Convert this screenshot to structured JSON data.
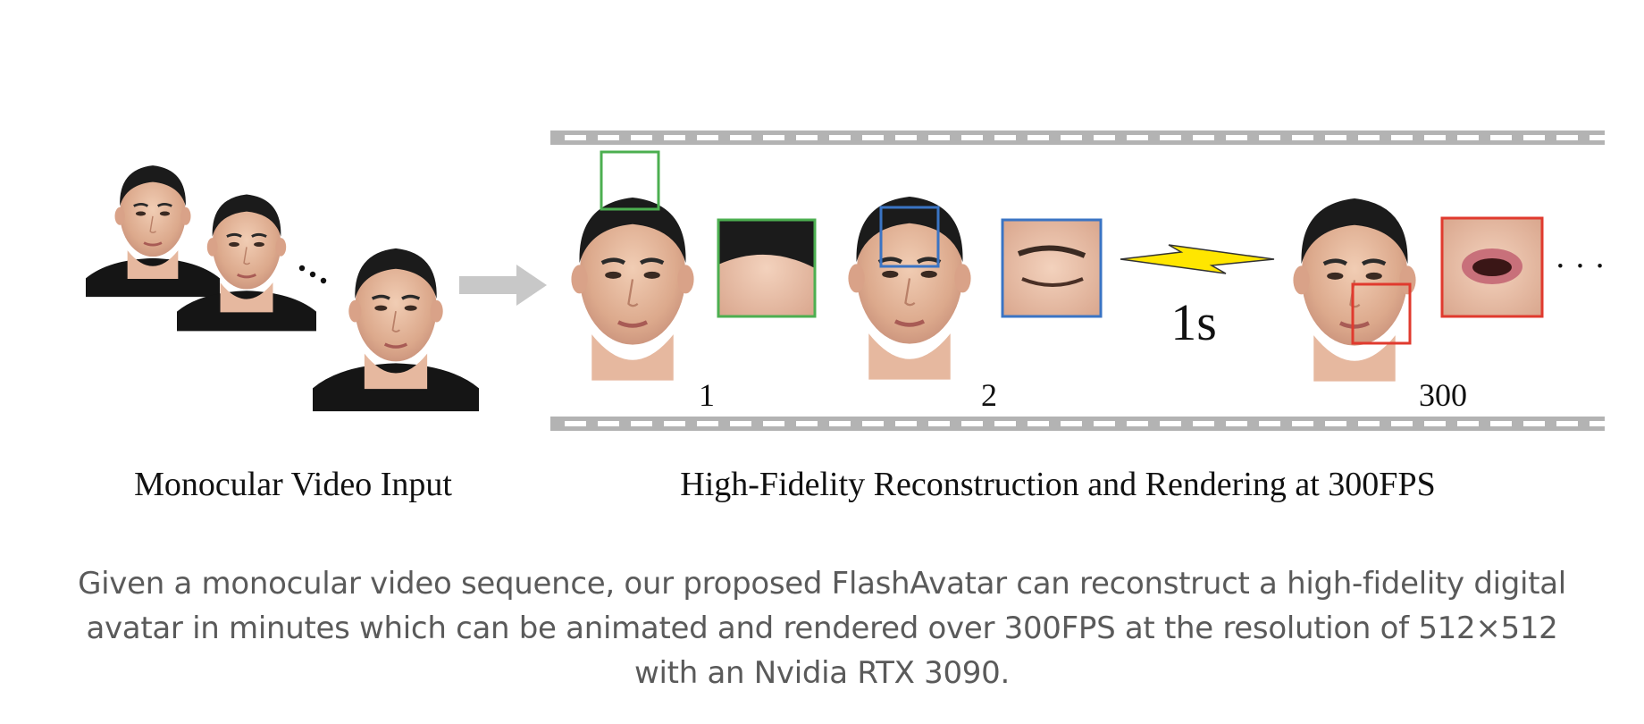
{
  "labels": {
    "input_caption": "Monocular Video Input",
    "output_caption": "High-Fidelity Reconstruction and Rendering at 300FPS",
    "time_label": "1s",
    "frame_1": "1",
    "frame_2": "2",
    "frame_3": "300",
    "ellipsis": "· · ·"
  },
  "colors": {
    "green_box": "#4caf50",
    "blue_box": "#3a74c4",
    "red_box": "#e03a2e",
    "film_strip": "#b3b3b3",
    "lightning": "#ffe600",
    "arrow": "#c8c8c8"
  },
  "icons": [
    "arrow-right-icon",
    "lightning-bolt-icon"
  ],
  "caption": "Given a monocular video sequence, our proposed FlashAvatar can reconstruct a high-fidelity digital avatar in minutes which can be animated and rendered over 300FPS at the resolution of 512×512 with an Nvidia RTX 3090."
}
